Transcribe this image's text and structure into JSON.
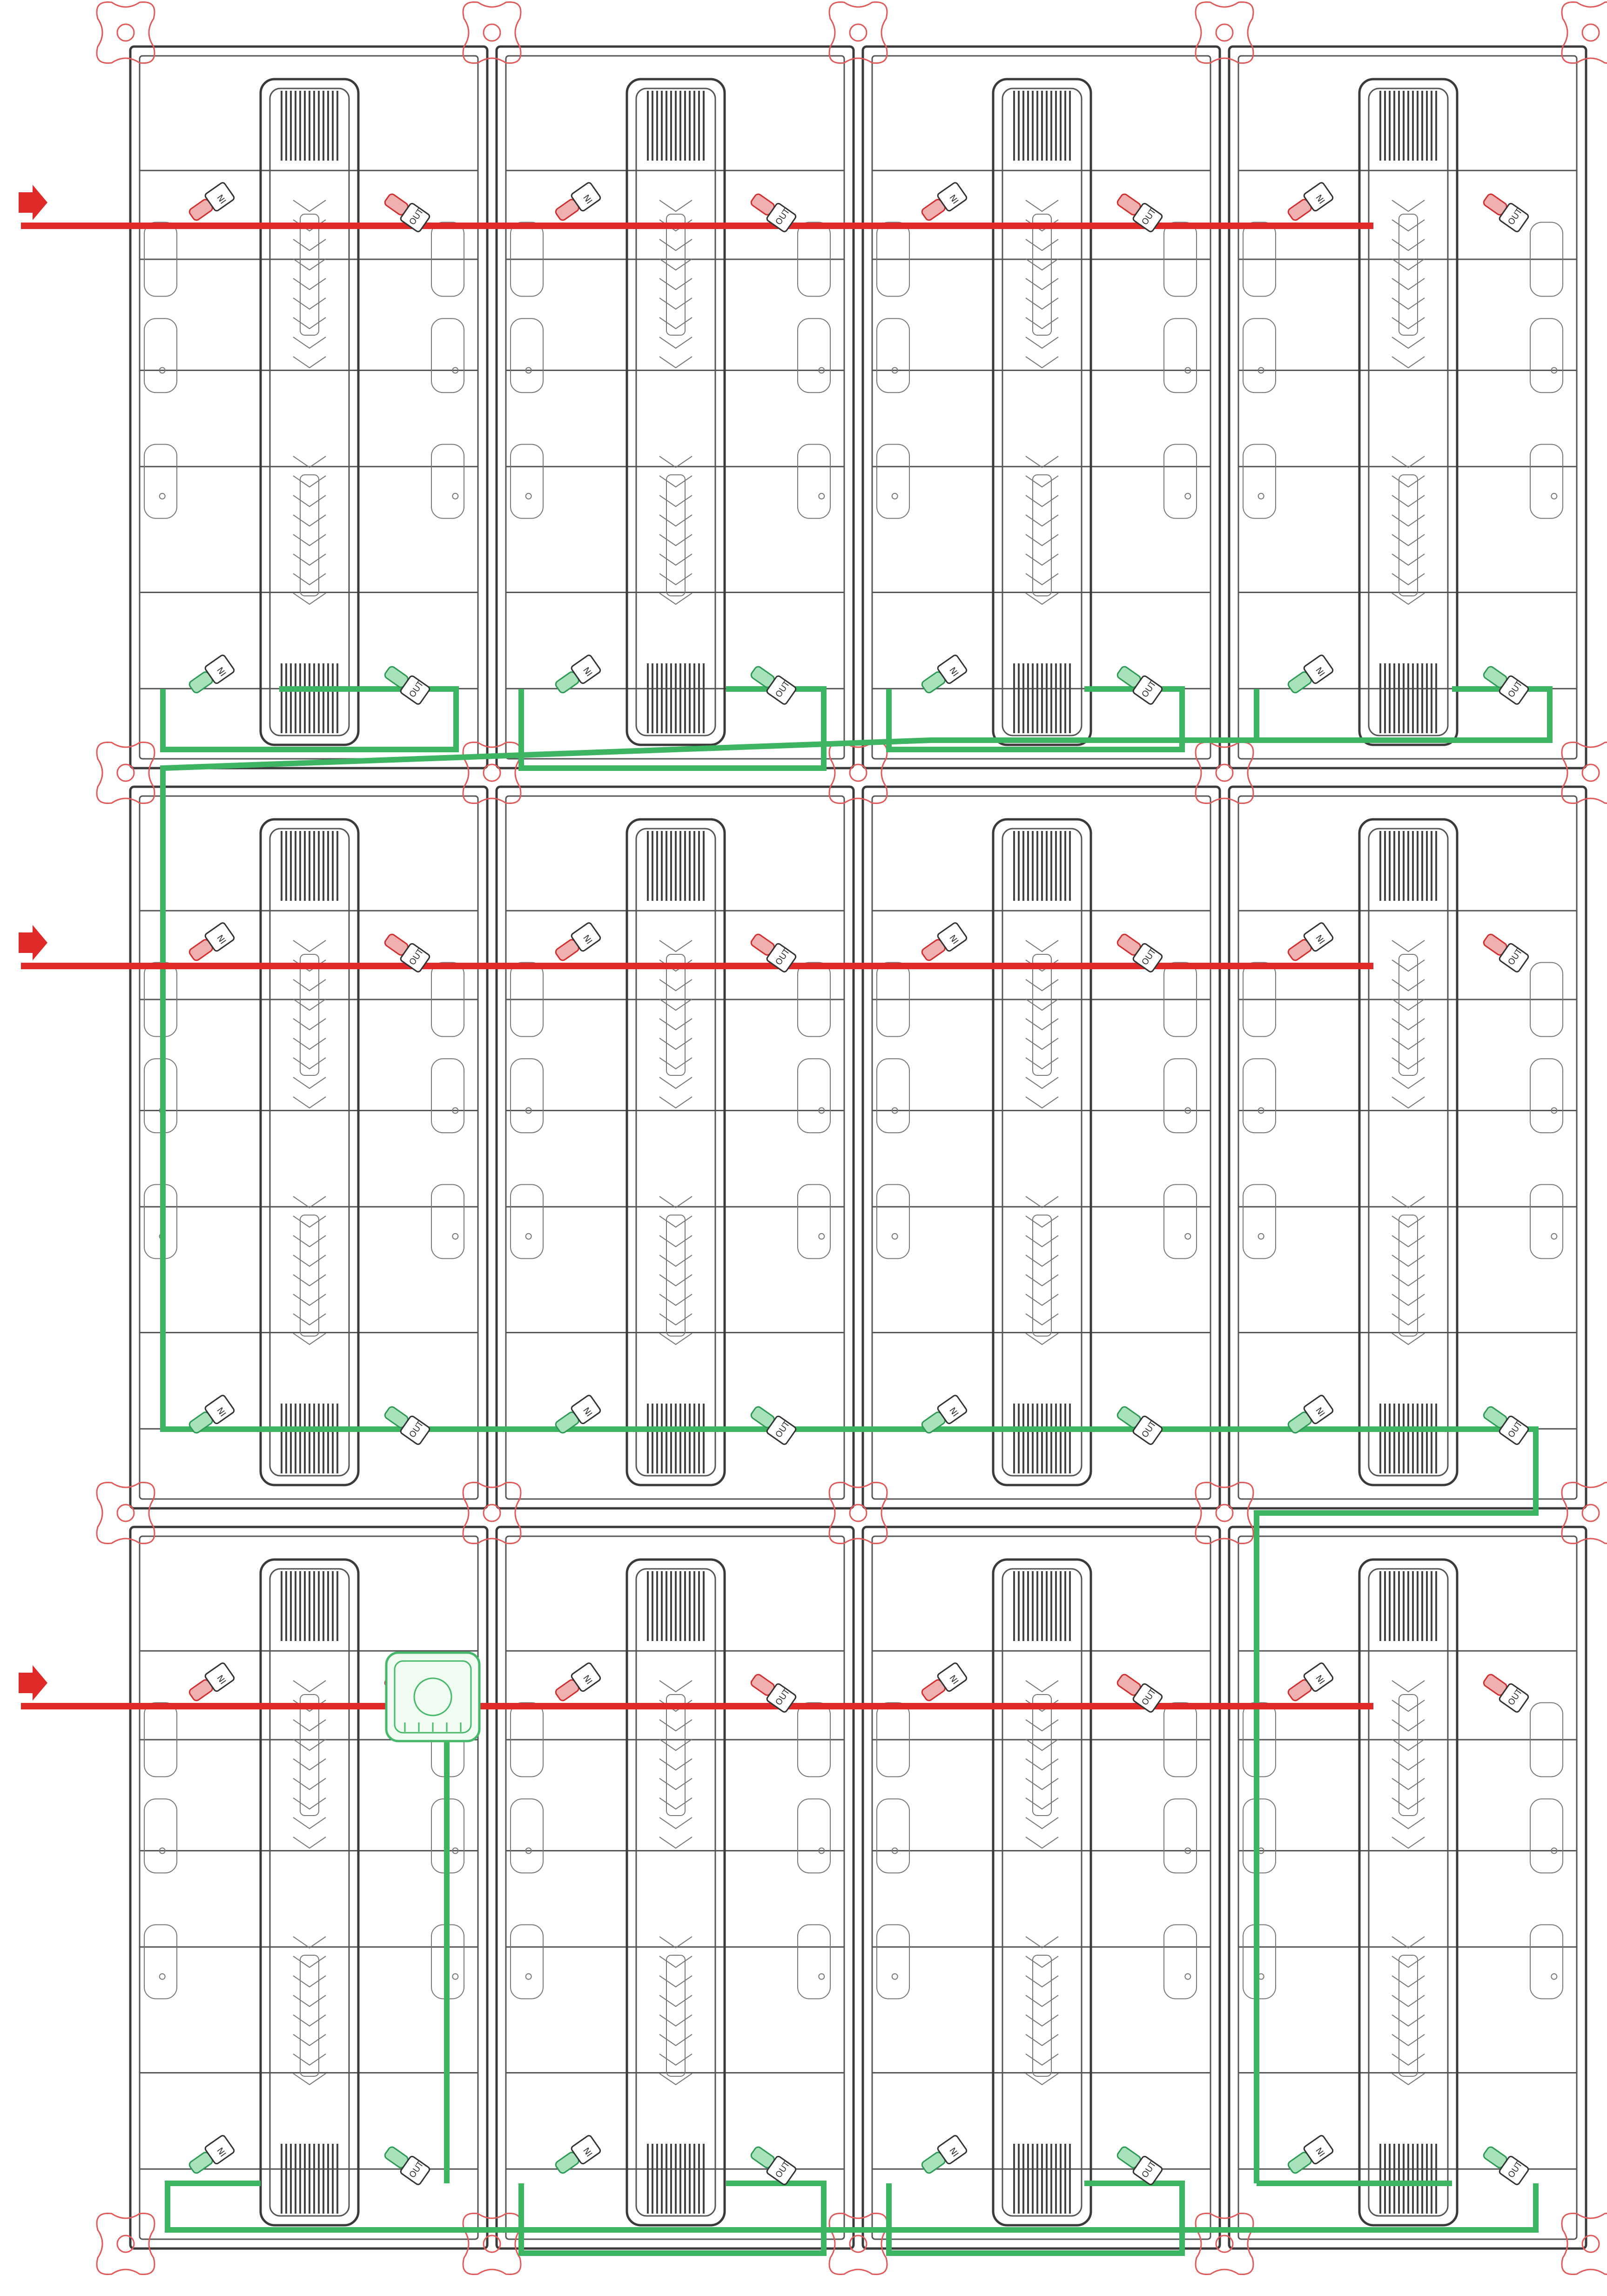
{
  "diagram": {
    "grid": {
      "rows": 3,
      "cols": 4
    },
    "cabinet_count": 12,
    "colors": {
      "power": "#e02a2a",
      "signal": "#3cb462",
      "frame": "#3a3a3a",
      "lock": "#e05a5a"
    },
    "power_inputs": [
      {
        "row": 1,
        "icon": "power-input-arrow-icon"
      },
      {
        "row": 2,
        "icon": "power-input-arrow-icon"
      },
      {
        "row": 3,
        "icon": "power-input-arrow-icon"
      }
    ],
    "port_labels": {
      "out": "OUT",
      "in": "IN"
    },
    "controller": {
      "row": 3,
      "col": 1,
      "icon": "receiver-box-icon"
    }
  }
}
